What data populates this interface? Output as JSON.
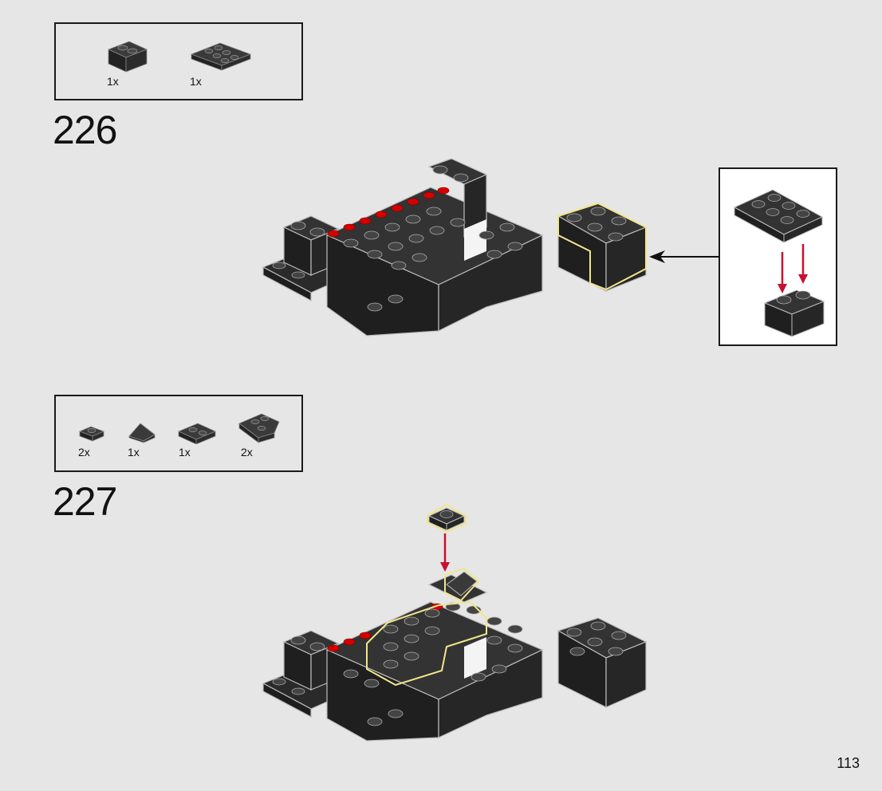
{
  "steps": [
    {
      "number": "226",
      "parts": [
        {
          "name": "brick-1x2",
          "qty": "1x"
        },
        {
          "name": "plate-2x3",
          "qty": "1x"
        }
      ],
      "callout": true
    },
    {
      "number": "227",
      "parts": [
        {
          "name": "plate-1x1",
          "qty": "2x"
        },
        {
          "name": "slope-1x1",
          "qty": "1x"
        },
        {
          "name": "plate-1x2",
          "qty": "1x"
        },
        {
          "name": "wedge-plate",
          "qty": "2x"
        }
      ],
      "callout": false
    }
  ],
  "page_number": "113",
  "colors": {
    "brick": "#262626",
    "brick_top": "#3a3a3a",
    "stud": "#4a4a4a",
    "red": "#d40000",
    "highlight": "#f0e68c",
    "arrow_red": "#c8102e",
    "arrow_black": "#111111"
  }
}
